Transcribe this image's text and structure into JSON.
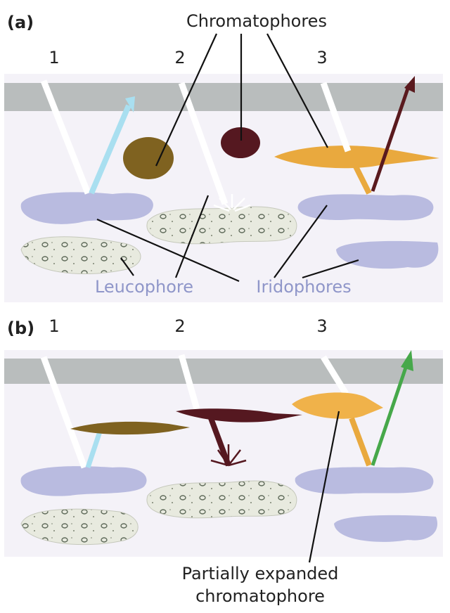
{
  "panel_a": {
    "label": "(a)",
    "title": "Chromatophores",
    "numbers": [
      "1",
      "2",
      "3"
    ],
    "leucophore_label": "Leucophore",
    "iridophores_label": "Iridophores"
  },
  "panel_b": {
    "label": "(b)",
    "numbers": [
      "1",
      "2",
      "3"
    ],
    "caption_line1": "Partially expanded",
    "caption_line2": "chromatophore"
  },
  "colors": {
    "band": "#b9bdbd",
    "iridophore": "#b9bbe0",
    "blue_arrow": "#a8dcef",
    "yellow": "#e8a63a",
    "brown": "#8a6a22",
    "dark_red": "#5a1a1e",
    "green": "#46a84a"
  }
}
